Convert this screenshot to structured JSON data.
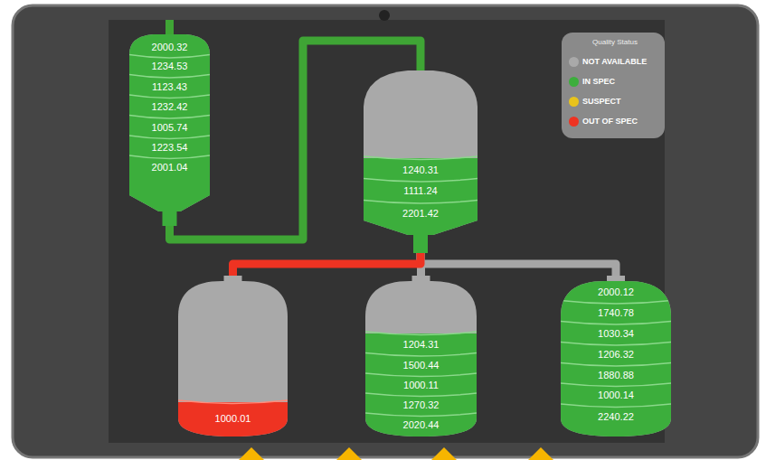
{
  "diagram": {
    "nodes": [
      {
        "text": [
          "2000.32",
          "1234.53",
          "1123.43",
          "1232.42",
          "1005.74",
          "1223.54",
          "2001.04"
        ]
      },
      {
        "text": [
          "1240.31",
          "1111.24",
          "2201.42"
        ]
      },
      {
        "text": [
          "1000.01"
        ]
      },
      {
        "text": [
          "1204.31",
          "1500.44",
          "1000.11",
          "1270.32",
          "2020.44"
        ]
      },
      {
        "text": [
          "2000.12",
          "1740.78",
          "1030.34",
          "1206.32",
          "1880.88",
          "1000.14",
          "2240.22"
        ]
      }
    ],
    "edges": [
      {
        "from": 0,
        "to": 1,
        "arrow": "none"
      },
      {
        "from": 1,
        "to": 2,
        "arrow": "none"
      },
      {
        "from": 1,
        "to": 3,
        "arrow": "none"
      },
      {
        "from": 1,
        "to": 4,
        "arrow": "none"
      }
    ],
    "labels": [
      "Quality Status"
    ],
    "legend": [
      {
        "text": "NOT AVAILABLE",
        "color": "#a9a9a9"
      },
      {
        "text": "IN SPEC",
        "color": "#3cae3c"
      },
      {
        "text": "SUSPECT",
        "color": "#e8c31c"
      },
      {
        "text": "OUT OF SPEC",
        "color": "#ee3322"
      }
    ]
  }
}
